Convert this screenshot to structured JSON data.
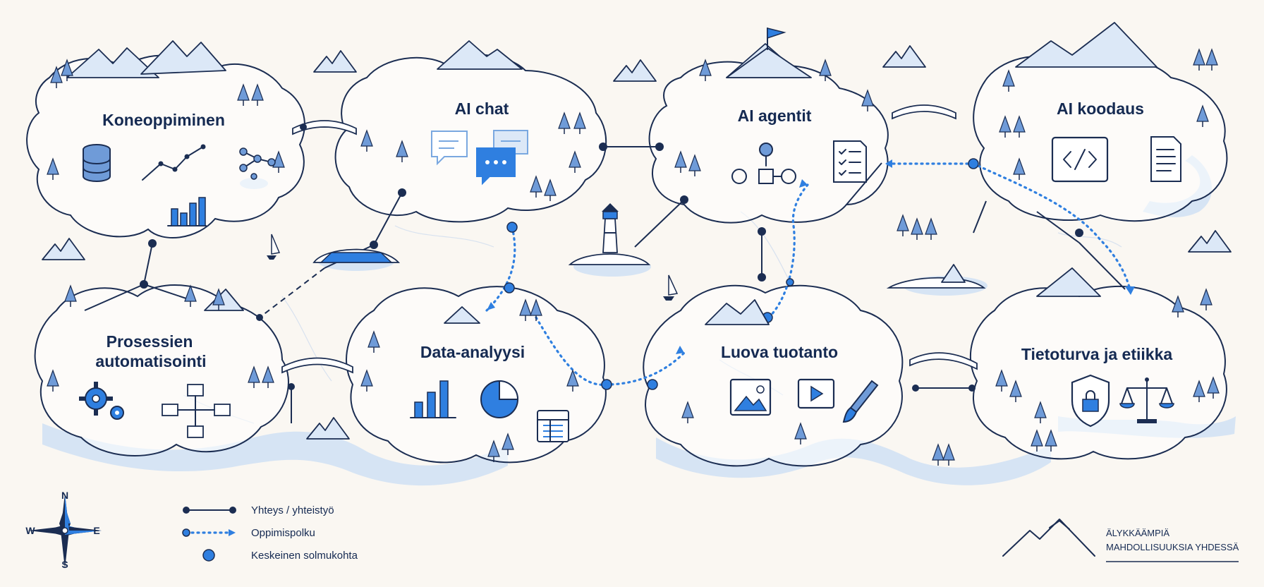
{
  "regions": [
    {
      "id": "koneoppiminen",
      "title": "Koneoppiminen"
    },
    {
      "id": "ai-chat",
      "title": "AI chat"
    },
    {
      "id": "ai-agentit",
      "title": "AI agentit"
    },
    {
      "id": "ai-koodaus",
      "title": "AI koodaus"
    },
    {
      "id": "prosessien",
      "title_line1": "Prosessien",
      "title_line2": "automatisointi"
    },
    {
      "id": "data-analyysi",
      "title": "Data-analyysi"
    },
    {
      "id": "luova-tuotanto",
      "title": "Luova tuotanto"
    },
    {
      "id": "tietoturva",
      "title": "Tietoturva ja etiikka"
    }
  ],
  "legend": {
    "connection": "Yhteys / yhteistyö",
    "learning_path": "Oppimispolku",
    "key_node": "Keskeinen solmukohta"
  },
  "compass": {
    "n": "N",
    "e": "E",
    "s": "S",
    "w": "W"
  },
  "slogan": {
    "line1": "ÄLYKKÄÄMPIÄ",
    "line2": "MAHDOLLISUUKSIA YHDESSÄ"
  },
  "colors": {
    "ink": "#1b2d52",
    "accent": "#2f7fe0",
    "water": "#cfe0f5",
    "background": "#faf7f2"
  },
  "icons": [
    "database-icon",
    "line-chart-icon",
    "bar-chart-icon",
    "neural-network-icon",
    "chat-bubble-icon",
    "agent-flow-icon",
    "checklist-icon",
    "code-icon",
    "document-icon",
    "gear-icon",
    "flowchart-icon",
    "pie-chart-icon",
    "table-icon",
    "image-icon",
    "play-icon",
    "brush-icon",
    "shield-lock-icon",
    "scales-icon",
    "lighthouse-icon",
    "sailboat-icon",
    "flag-icon",
    "compass-rose-icon",
    "mountain-logo-icon"
  ]
}
